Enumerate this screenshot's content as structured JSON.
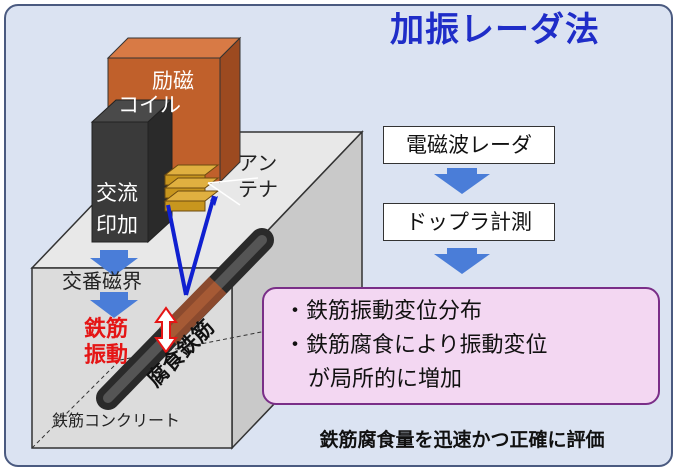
{
  "title": "加振レーダ法",
  "scene": {
    "excitation_coil": "励磁\nコイル",
    "ac_apply": "交流\n印加",
    "antenna": "アン\nテナ",
    "ac_magnetic_field": "交番磁界",
    "rebar_vibration": "鉄筋\n振動",
    "corroded_rebar": "腐食鉄筋",
    "rebar_concrete": "鉄筋コンクリート"
  },
  "flow": {
    "step1": "電磁波レーダ",
    "step2": "ドップラ計測"
  },
  "results": [
    "・鉄筋振動変位分布",
    "・鉄筋腐食により振動変位",
    "が局所的に増加"
  ],
  "bottom_note": "鉄筋腐食量を迅速かつ正確に評価",
  "colors": {
    "title": "#1f2dc8",
    "arrow": "#4a7dd8",
    "coil": "#c0602b",
    "vibration_text": "#e51515",
    "radar_line": "#1020d0"
  }
}
